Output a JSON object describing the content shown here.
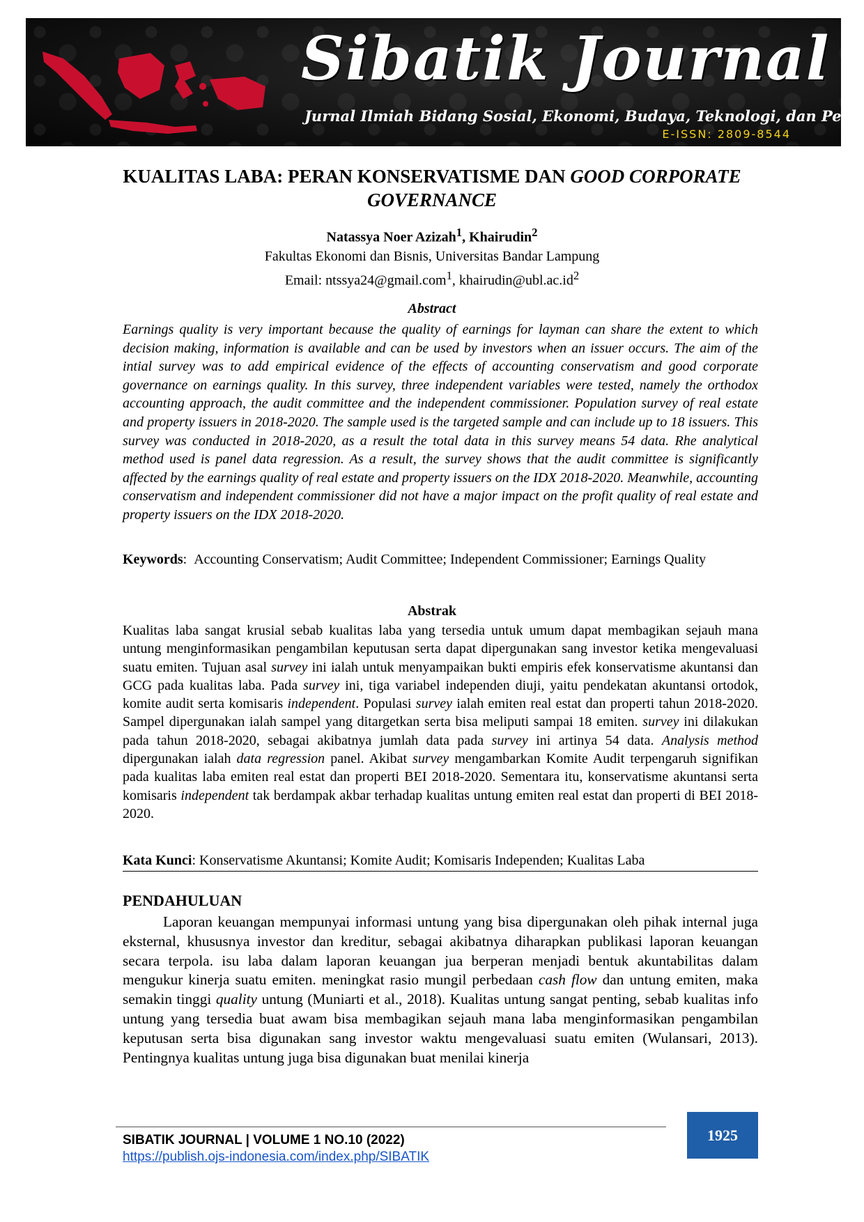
{
  "header": {
    "journal_name": "Sibatik Journal",
    "subtitle": "Jurnal Ilmiah Bidang Sosial, Ekonomi, Budaya, Teknologi, dan Pendidikan",
    "issn": "E-ISSN: 2809-8544",
    "colors": {
      "banner": "#141414",
      "issn": "#f2d21b",
      "map": "#c8102e"
    }
  },
  "article": {
    "title_part1": "KUALITAS LABA: PERAN KONSERVATISME DAN ",
    "title_part2": "GOOD CORPORATE GOVERNANCE",
    "author1": "Natassya Noer Azizah",
    "author1_sup": "1",
    "author_sep": ", ",
    "author2": "Khairudin",
    "author2_sup": "2",
    "affiliation": "Fakultas Ekonomi dan Bisnis, Universitas Bandar Lampung",
    "email_prefix": "Email: ",
    "email1": "ntssya24@gmail.com",
    "email1_sup": "1",
    "email_sep": ", ",
    "email2": "khairudin@ubl.ac.id",
    "email2_sup": "2"
  },
  "abstract": {
    "heading": "Abstract",
    "text": "Earnings quality is very important because the quality of earnings for layman can share the extent to which decision making, information is available and can be used by investors when an issuer occurs. The aim of the intial survey was to add empirical evidence of the effects of accounting conservatism and good corporate governance on earnings quality. In this survey, three independent variables were tested, namely the orthodox accounting approach, the audit committee and the independent commissioner. Population survey of real estate and property issuers in 2018-2020. The sample used is the targeted sample and can include up to 18 issuers. This survey was conducted in 2018-2020, as a result the total data in this survey means 54 data. Rhe analytical method used is panel data regression. As a result, the survey shows that the audit committee is significantly affected by the earnings quality of real estate and property issuers on the IDX 2018-2020. Meanwhile, accounting conservatism and independent commissioner did not have a major impact on the profit quality of real estate and property issuers on the IDX 2018-2020.",
    "keywords_label": "Keywords",
    "keywords_colon": ":",
    "keywords": "Accounting Conservatism; Audit Committee; Independent Commissioner; Earnings Quality"
  },
  "abstrak": {
    "heading": "Abstrak",
    "s1": "Kualitas laba sangat krusial sebab kualitas laba yang tersedia untuk umum dapat membagikan sejauh mana untung menginformasikan pengambilan keputusan serta dapat dipergunakan sang investor ketika mengevaluasi suatu emiten. Tujuan asal ",
    "i1": "survey",
    "s2": " ini ialah untuk menyampaikan bukti empiris efek konservatisme akuntansi dan GCG pada kualitas laba. Pada ",
    "i2": "survey",
    "s3": " ini, tiga variabel independen diuji, yaitu pendekatan akuntansi ortodok, komite audit serta komisaris ",
    "i3": "independent",
    "s4": ". Populasi ",
    "i4": "survey",
    "s5": " ialah emiten real estat dan properti tahun 2018-2020. Sampel dipergunakan ialah sampel yang ditargetkan serta bisa meliputi sampai 18 emiten. ",
    "i5": "survey",
    "s6": " ini dilakukan pada tahun 2018-2020, sebagai akibatnya jumlah data pada ",
    "i6": "survey",
    "s7": " ini artinya 54 data. ",
    "i7": "Analysis method",
    "s8": " dipergunakan ialah ",
    "i8": "data regression",
    "s9": " panel. Akibat ",
    "i9": "survey",
    "s10": " mengambarkan Komite Audit terpengaruh signifikan pada kualitas laba emiten real estat dan properti BEI 2018-2020. Sementara itu, konservatisme akuntansi serta komisaris ",
    "i10": "independent",
    "s11": " tak berdampak akbar terhadap kualitas untung emiten real estat dan properti di BEI 2018-2020.",
    "kata_kunci_label": "Kata Kunci",
    "kata_kunci": ": Konservatisme Akuntansi; Komite Audit; Komisaris Independen; Kualitas Laba"
  },
  "intro": {
    "heading": "PENDAHULUAN",
    "p1": "Laporan keuangan mempunyai informasi untung yang bisa dipergunakan oleh pihak internal juga eksternal, khususnya investor dan kreditur, sebagai akibatnya diharapkan publikasi laporan keuangan secara terpola. isu laba dalam laporan keuangan jua berperan menjadi bentuk akuntabilitas dalam mengukur kinerja suatu emiten. meningkat rasio mungil perbedaan ",
    "i1": "cash flow",
    "p2": " dan untung emiten, maka semakin tinggi ",
    "i2": "quality",
    "p3": " untung (Muniarti et al., 2018). Kualitas untung sangat penting, sebab kualitas info untung yang tersedia buat awam bisa membagikan sejauh mana laba menginformasikan pengambilan keputusan serta bisa digunakan sang investor waktu mengevaluasi suatu emiten (Wulansari, 2013). Pentingnya kualitas untung juga bisa digunakan buat menilai kinerja"
  },
  "footer": {
    "journal": "SIBATIK JOURNAL | VOLUME 1 NO.10 (2022)",
    "link": "https://publish.ojs-indonesia.com/index.php/SIBATIK",
    "page_number": "1925",
    "colors": {
      "page_box": "#1f5ea8",
      "link": "#1a56c8"
    }
  }
}
